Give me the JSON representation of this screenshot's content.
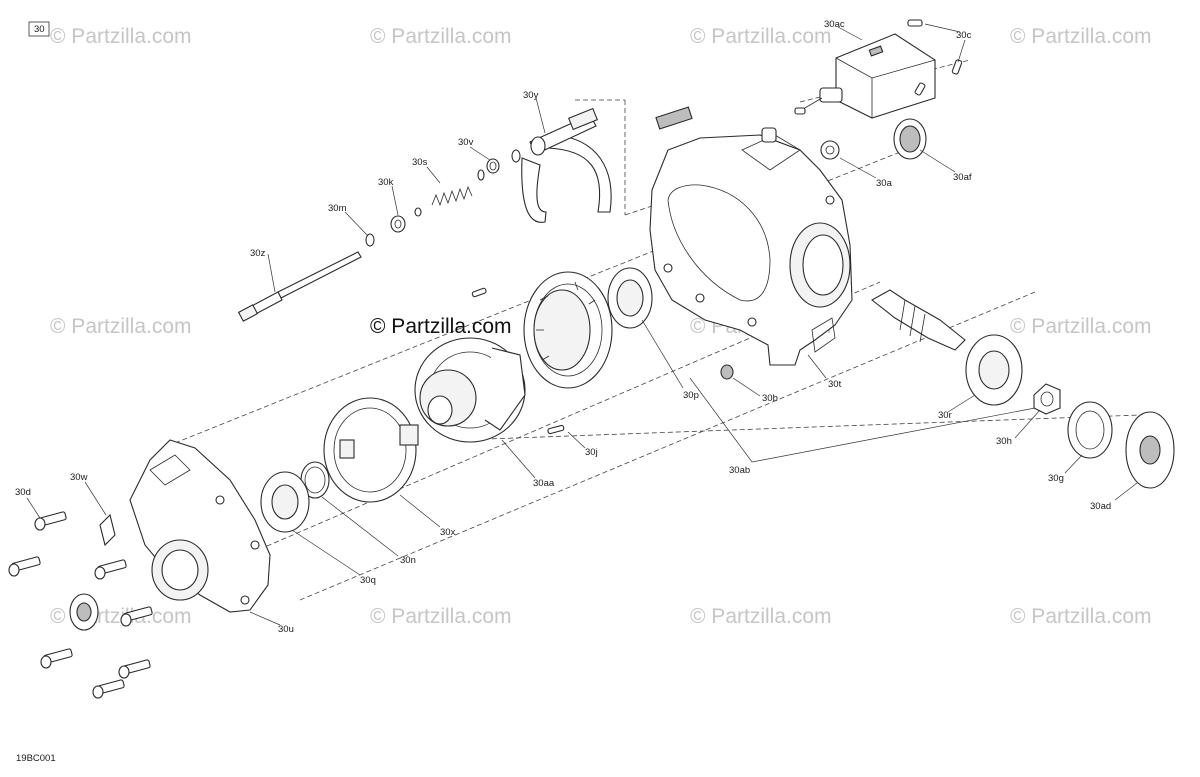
{
  "diagram": {
    "page_tag": "30",
    "figure_code": "19BC001",
    "watermark": "© Partzilla.com",
    "labels": {
      "l30ac": "30ac",
      "l30c": "30c",
      "l30y": "30y",
      "l30v": "30v",
      "l30s": "30s",
      "l30k": "30k",
      "l30m": "30m",
      "l30z": "30z",
      "l30a": "30a",
      "l30af": "30af",
      "l30p": "30p",
      "l30b": "30b",
      "l30t": "30t",
      "l30r": "30r",
      "l30h": "30h",
      "l30g": "30g",
      "l30ad": "30ad",
      "l30ab": "30ab",
      "l30j": "30j",
      "l30aa": "30aa",
      "l30x": "30x",
      "l30n": "30n",
      "l30q": "30q",
      "l30u": "30u",
      "l30w": "30w",
      "l30d": "30d"
    }
  }
}
